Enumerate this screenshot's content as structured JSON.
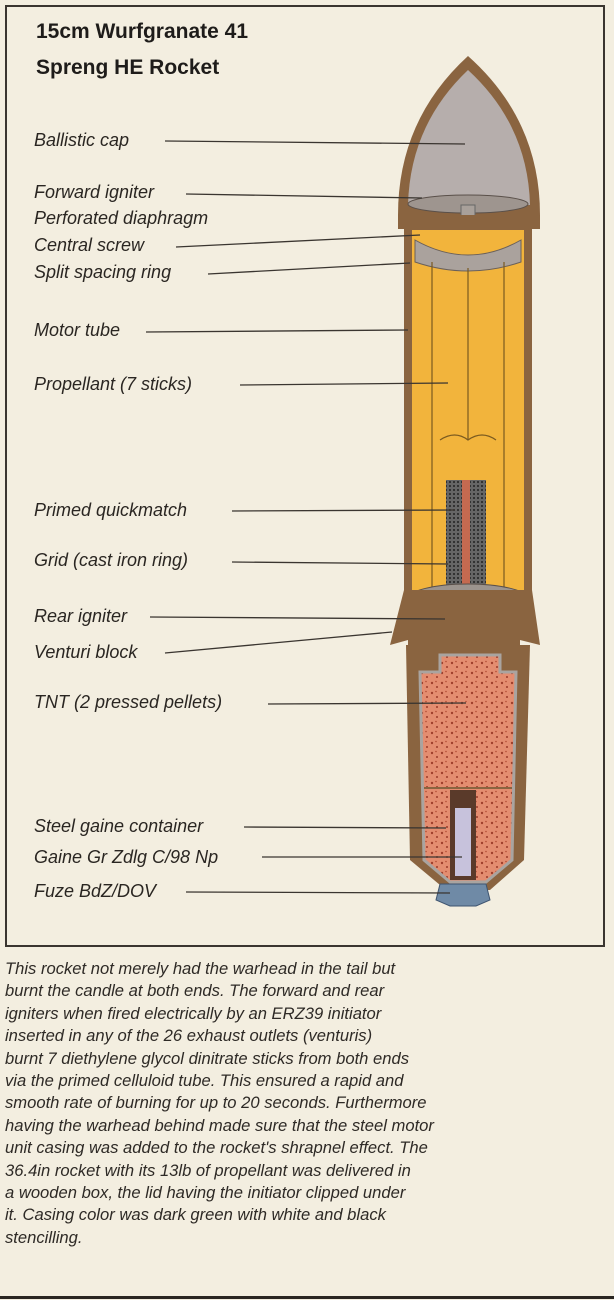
{
  "title": [
    "15cm Wurfgranate 41",
    "Spreng HE Rocket"
  ],
  "labels": {
    "ballistic_cap": "Ballistic cap",
    "forward_igniter": "Forward igniter",
    "perforated_diaphragm": "Perforated diaphragm",
    "central_screw": "Central screw",
    "split_spacing_ring": "Split spacing ring",
    "motor_tube": "Motor tube",
    "propellant": "Propellant (7 sticks)",
    "primed_quickmatch": "Primed quickmatch",
    "grid": "Grid (cast iron ring)",
    "rear_igniter": "Rear igniter",
    "venturi_block": "Venturi block",
    "tnt": "TNT (2 pressed pellets)",
    "steel_gaine_container": "Steel gaine container",
    "gaine": "Gaine Gr Zdlg C/98 Np",
    "fuze": "Fuze BdZ/DOV"
  },
  "caption": [
    "This rocket not merely had the warhead in the tail but",
    "burnt the candle at both ends. The forward and rear",
    "igniters when fired electrically by an ERZ39 initiator",
    "inserted in any of the 26 exhaust outlets (venturis)",
    "burnt 7 diethylene glycol dinitrate sticks from both ends",
    "via the primed celluloid tube. This ensured a rapid and",
    "smooth rate of burning for up to 20 seconds. Furthermore",
    "having the warhead behind made sure that the steel motor",
    "unit casing was added to the rocket's shrapnel effect. The",
    "36.4in rocket with its 13lb of propellant was delivered in",
    "a wooden box, the lid having the initiator clipped under",
    "it. Casing color was dark green with white and black",
    "stencilling."
  ],
  "colors": {
    "casing": "#8a6440",
    "cap": "#b2aaa8",
    "propellant": "#f2b43c",
    "tnt": "#e08a6c",
    "background": "#f3eee0"
  }
}
